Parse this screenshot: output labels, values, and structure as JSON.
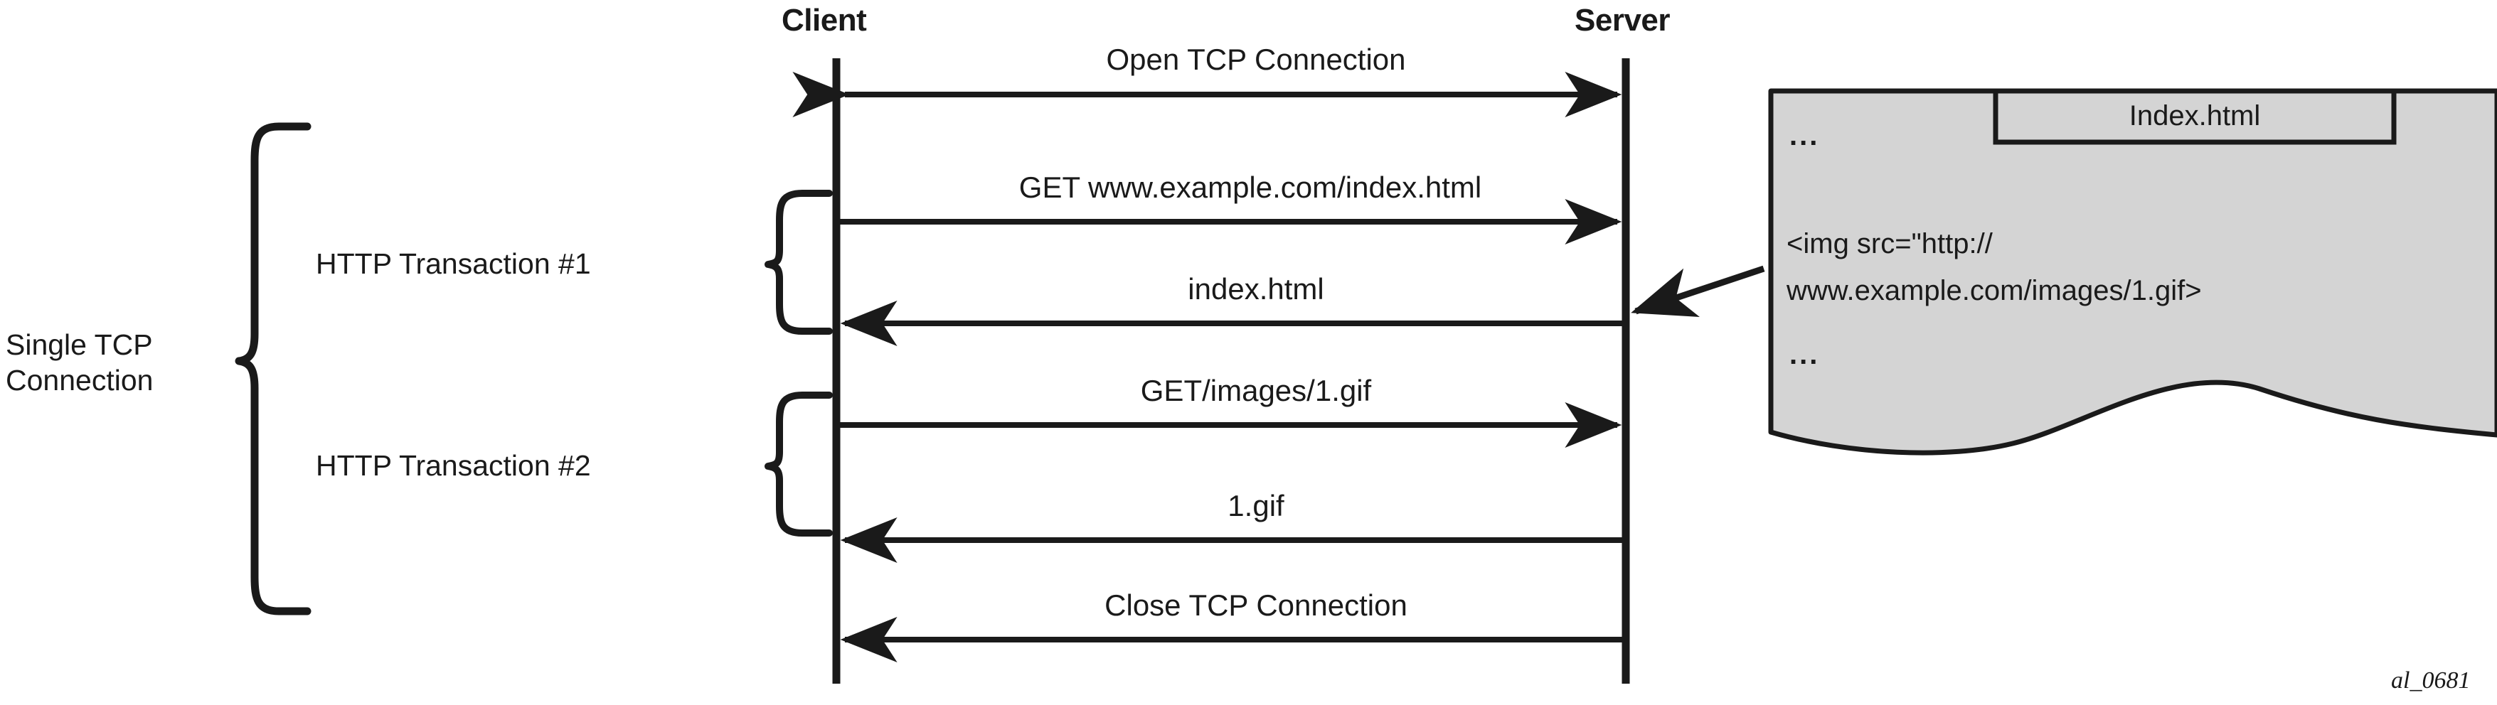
{
  "figure": {
    "id_label": "al_0681",
    "background_color": "#ffffff",
    "line_color": "#1a1a1a",
    "document_fill_color": "#d4d4d4"
  },
  "actors": {
    "client": "Client",
    "server": "Server"
  },
  "group_brace_outer": {
    "label_line1": "Single TCP",
    "label_line2": "Connection"
  },
  "transactions": [
    {
      "label": "HTTP Transaction #1"
    },
    {
      "label": "HTTP Transaction #2"
    }
  ],
  "messages": [
    {
      "label": "Open TCP Connection",
      "direction": "bidirectional"
    },
    {
      "label": "GET www.example.com/index.html",
      "direction": "client-to-server"
    },
    {
      "label": "index.html",
      "direction": "server-to-client"
    },
    {
      "label": "GET/images/1.gif",
      "direction": "client-to-server"
    },
    {
      "label": "1.gif",
      "direction": "server-to-client"
    },
    {
      "label": "Close TCP Connection",
      "direction": "server-to-client"
    }
  ],
  "document_panel": {
    "title": "Index.html",
    "ellipsis_top": "...",
    "body_line1": "<img src=\"http://",
    "body_line2": "www.example.com/images/1.gif>",
    "ellipsis_bottom": "..."
  }
}
